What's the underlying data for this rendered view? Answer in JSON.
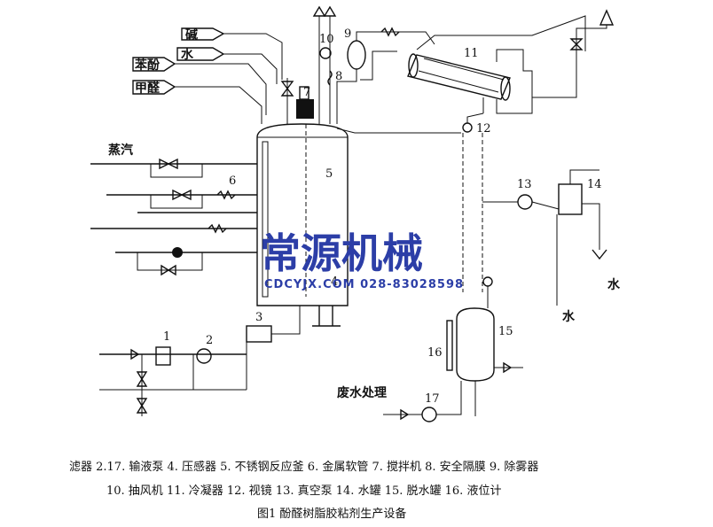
{
  "inputs": {
    "alkali": "碱",
    "water": "水",
    "phenol": "苯酚",
    "formaldehyde": "甲醛",
    "steam": "蒸汽"
  },
  "outputs": {
    "water_right": "水",
    "water_bottom": "水",
    "wastewater": "废水处理"
  },
  "numbers": {
    "n1": "1",
    "n2": "2",
    "n3": "3",
    "n4": "4",
    "n5": "5",
    "n6": "6",
    "n7": "7",
    "n8": "8",
    "n9": "9",
    "n10": "10",
    "n11": "11",
    "n12": "12",
    "n13": "13",
    "n14": "14",
    "n15": "15",
    "n16": "16",
    "n17": "17"
  },
  "watermark": {
    "name": "常源机械",
    "contact": "CDCYJX.COM  028-83028598"
  },
  "legend": {
    "line1": "滤器   2.17. 输液泵   4. 压感器   5. 不锈钢反应釜   6. 金属软管   7. 搅拌机   8. 安全隔膜   9. 除雾器",
    "line2": "10. 抽风机   11. 冷凝器   12. 视镜   13. 真空泵   14. 水罐   15. 脱水罐   16. 液位计"
  },
  "caption": "图1    酚醛树脂胶粘剂生产设备"
}
